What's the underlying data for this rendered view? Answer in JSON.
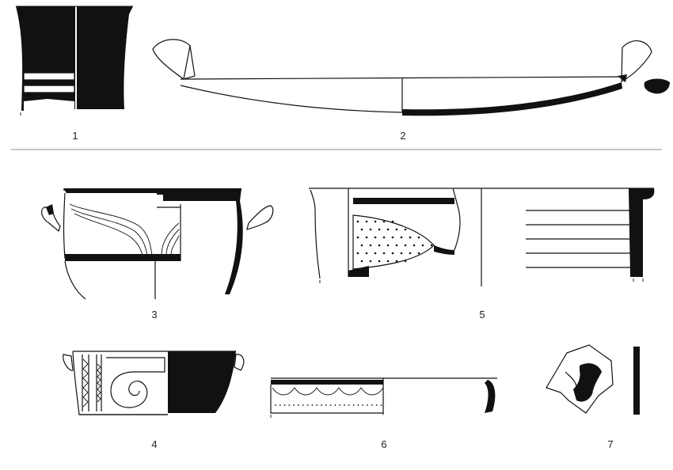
{
  "figure_labels": {
    "l1": "1",
    "l2": "2",
    "l3": "3",
    "l4": "4",
    "l5": "5",
    "l6": "6",
    "l7": "7"
  },
  "colors": {
    "ink": "#111111",
    "paper": "#ffffff",
    "separator": "#c7c7c7"
  }
}
